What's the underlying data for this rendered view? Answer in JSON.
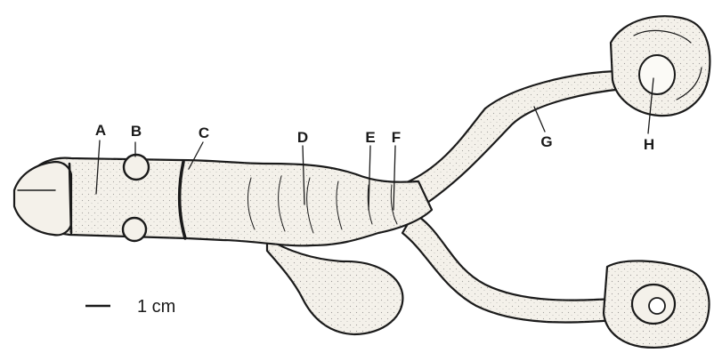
{
  "labels": {
    "a": "A",
    "b": "B",
    "c": "C",
    "d": "D",
    "e": "E",
    "f": "F",
    "g": "G",
    "h": "H"
  },
  "scale_bar": {
    "text": "1 cm"
  },
  "colors": {
    "ink": "#1a1a1a",
    "paper": "#ffffff",
    "tissue": "#f4f1ea"
  }
}
